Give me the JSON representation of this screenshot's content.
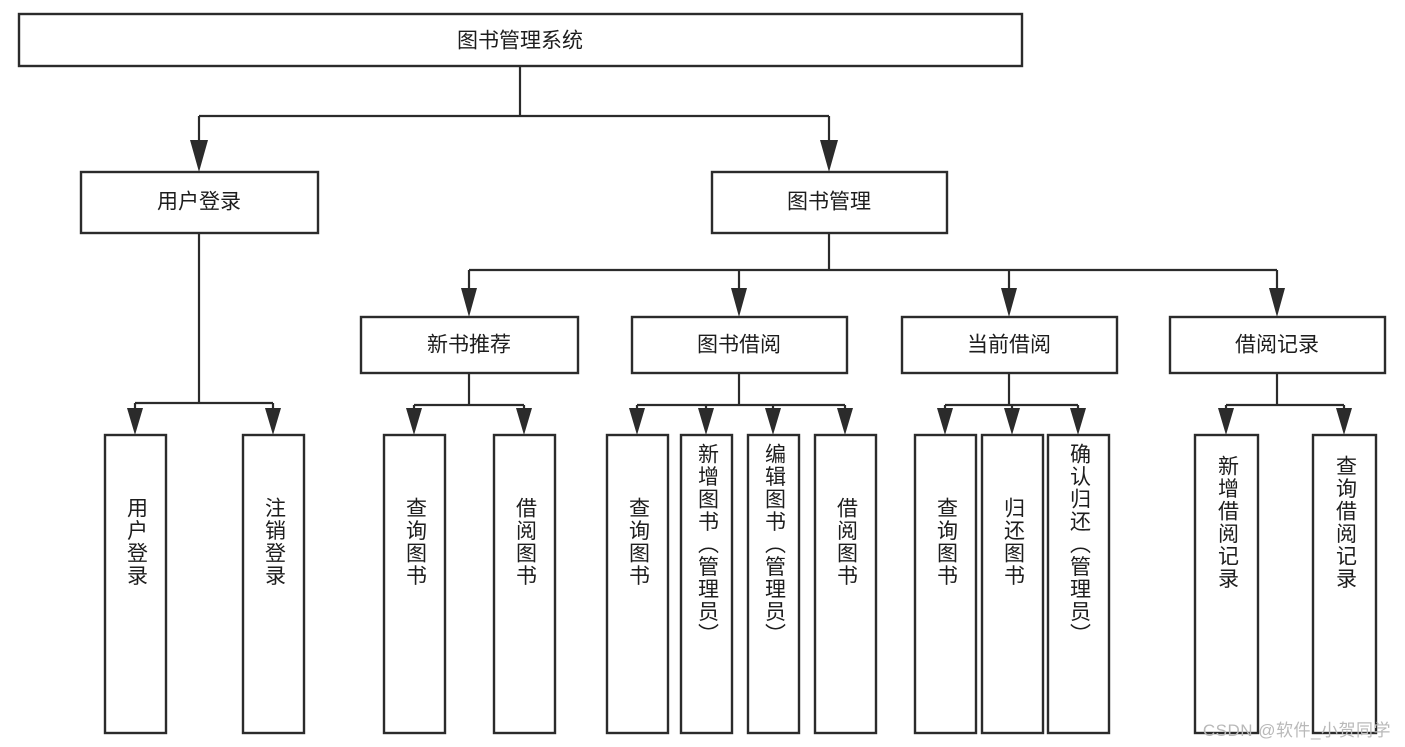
{
  "diagram": {
    "title_node": {
      "label": "图书管理系统"
    },
    "level2": [
      {
        "id": "user-login",
        "label": "用户登录"
      },
      {
        "id": "book-manage",
        "label": "图书管理"
      }
    ],
    "level3": [
      {
        "id": "new-book-recommend",
        "label": "新书推荐"
      },
      {
        "id": "book-borrow",
        "label": "图书借阅"
      },
      {
        "id": "current-borrow",
        "label": "当前借阅"
      },
      {
        "id": "borrow-record",
        "label": "借阅记录"
      }
    ],
    "leaves": [
      {
        "id": "leaf-user-login",
        "label": "用户登录",
        "parent": "user-login"
      },
      {
        "id": "leaf-logout",
        "label": "注销登录",
        "parent": "user-login"
      },
      {
        "id": "leaf-query-book-1",
        "label": "查询图书",
        "parent": "new-book-recommend"
      },
      {
        "id": "leaf-borrow-book-1",
        "label": "借阅图书",
        "parent": "new-book-recommend"
      },
      {
        "id": "leaf-query-book-2",
        "label": "查询图书",
        "parent": "book-borrow"
      },
      {
        "id": "leaf-add-book",
        "label": "新增图书（管理员）",
        "parent": "book-borrow"
      },
      {
        "id": "leaf-edit-book",
        "label": "编辑图书（管理员）",
        "parent": "book-borrow"
      },
      {
        "id": "leaf-borrow-book-2",
        "label": "借阅图书",
        "parent": "book-borrow"
      },
      {
        "id": "leaf-query-book-3",
        "label": "查询图书",
        "parent": "current-borrow"
      },
      {
        "id": "leaf-return-book",
        "label": "归还图书",
        "parent": "current-borrow"
      },
      {
        "id": "leaf-confirm-return",
        "label": "确认归还（管理员）",
        "parent": "current-borrow"
      },
      {
        "id": "leaf-add-record",
        "label": "新增借阅记录",
        "parent": "borrow-record"
      },
      {
        "id": "leaf-query-record",
        "label": "查询借阅记录",
        "parent": "borrow-record"
      }
    ]
  },
  "watermark": {
    "text": "CSDN @软件_小贺同学"
  },
  "colors": {
    "stroke": "#2b2b2b",
    "box_fill": "#ffffff",
    "text": "#1d1d1d",
    "background": "#ffffff",
    "watermark": "#b9b9b9"
  }
}
